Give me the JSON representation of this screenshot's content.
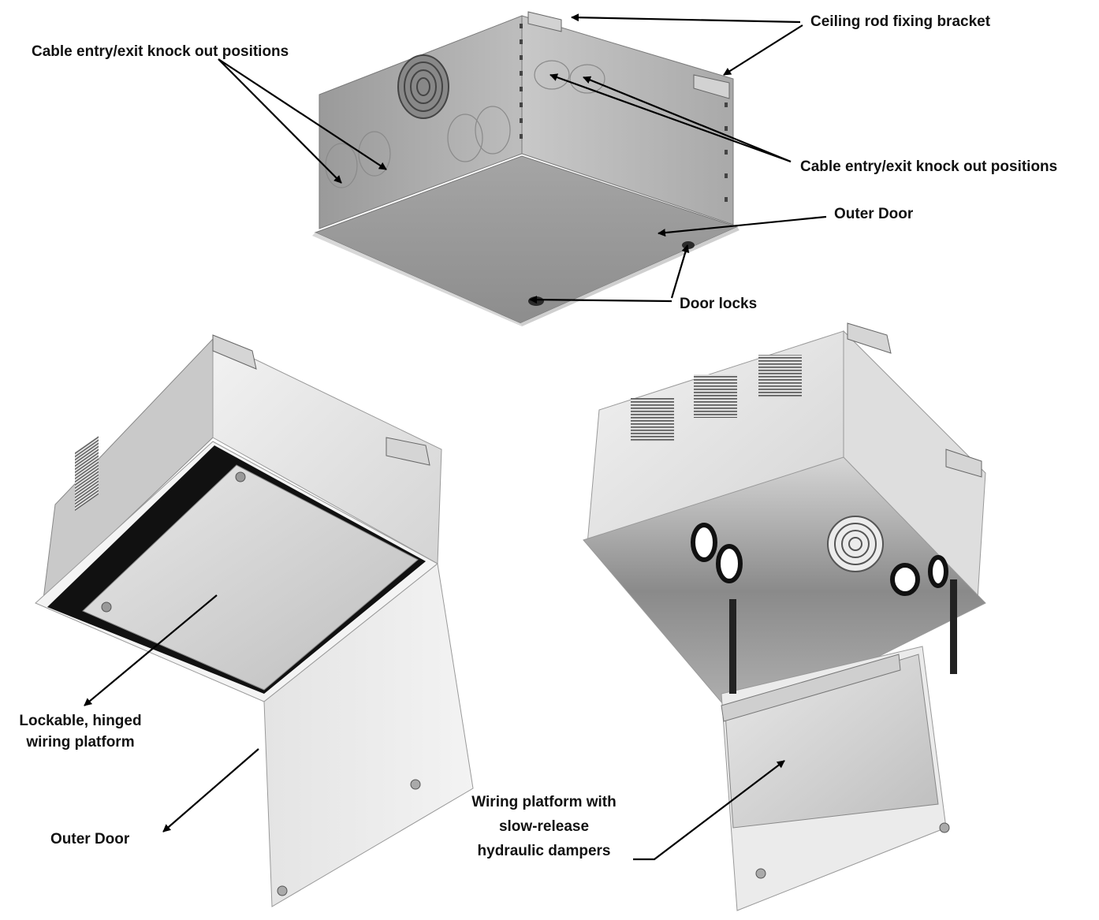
{
  "labels": {
    "ceiling_bracket": "Ceiling rod fixing bracket",
    "knockout_left": "Cable entry/exit knock out positions",
    "knockout_right": "Cable entry/exit knock out positions",
    "outer_door_top": "Outer Door",
    "door_locks": "Door locks",
    "lockable_platform_line1": "Lockable, hinged",
    "lockable_platform_line2": "wiring platform",
    "outer_door_bottom": "Outer Door",
    "wiring_platform_line1": "Wiring platform with",
    "wiring_platform_line2": "slow-release",
    "wiring_platform_line3": "hydraulic dampers"
  },
  "colors": {
    "cabinet_light": "#e6e6e6",
    "cabinet_mid": "#b9b9b9",
    "cabinet_dark": "#8c8c8c",
    "interior_dark": "#101010",
    "arrow": "#000000"
  }
}
